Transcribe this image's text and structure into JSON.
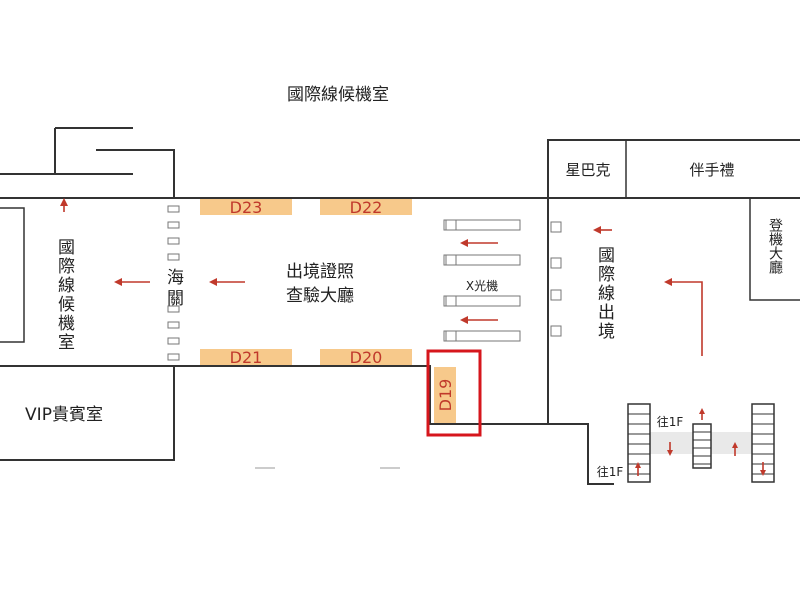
{
  "labels": {
    "international_waiting_room_top": "國際線候機室",
    "international_waiting_room_left": "國際線候機室",
    "customs": "海關",
    "departure_hall_line1": "出境證照",
    "departure_hall_line2": "查驗大廳",
    "xray": "X光機",
    "international_departure": "國際線出境",
    "starbucks": "星巴克",
    "souvenir": "伴手禮",
    "boarding_lobby": "登機大廳",
    "vip_room": "VIP貴賓室",
    "to_1f_left": "往1F",
    "to_1f_right": "往1F"
  },
  "gates": {
    "d23": "D23",
    "d22": "D22",
    "d21": "D21",
    "d20": "D20",
    "d19": "D19"
  },
  "highlighted_gate": "D19",
  "colors": {
    "arrow": "#c0392b",
    "gate_pad": "#f7c98b",
    "highlight": "#d6161c"
  }
}
